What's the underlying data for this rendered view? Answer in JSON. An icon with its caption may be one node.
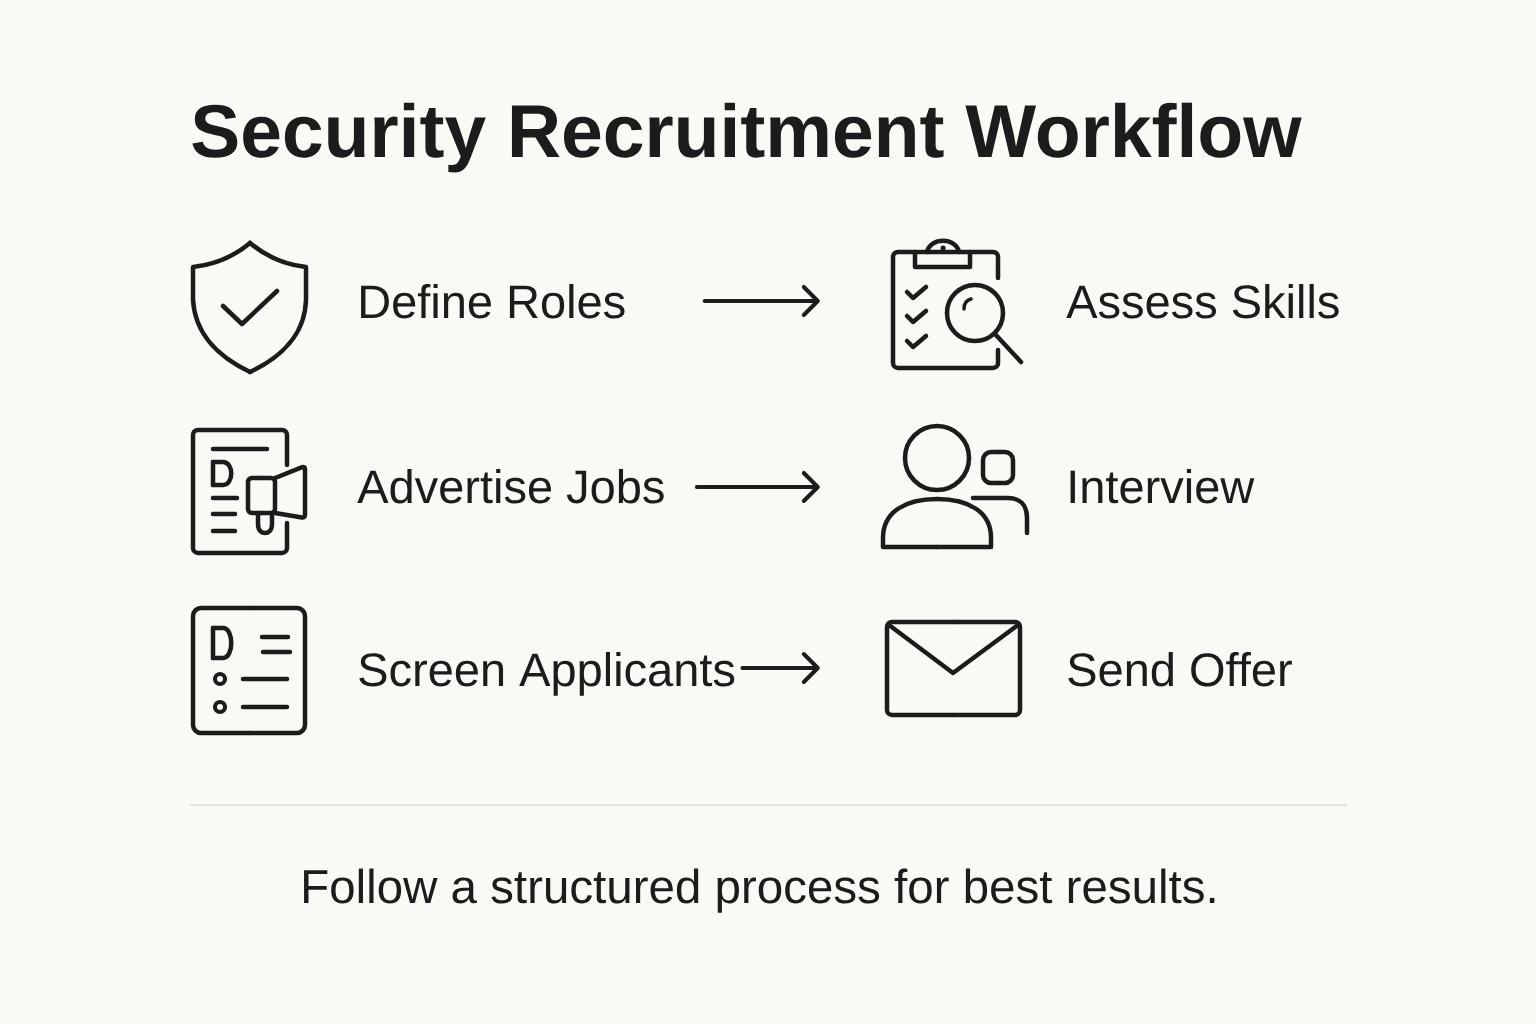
{
  "diagram": {
    "title": "Security Recruitment Workflow",
    "nodes": [
      {
        "text": [
          "Define Roles"
        ]
      },
      {
        "text": [
          "Assess Skills"
        ]
      },
      {
        "text": [
          "Advertise Jobs"
        ]
      },
      {
        "text": [
          "Interview"
        ]
      },
      {
        "text": [
          "Screen Applicants"
        ]
      },
      {
        "text": [
          "Send Offer"
        ]
      }
    ],
    "edges": [
      {
        "from": 0,
        "to": 1,
        "arrow": "to"
      },
      {
        "from": 2,
        "to": 3,
        "arrow": "to"
      },
      {
        "from": 4,
        "to": 5,
        "arrow": "to"
      }
    ],
    "caption": "Follow a structured process for best results."
  }
}
